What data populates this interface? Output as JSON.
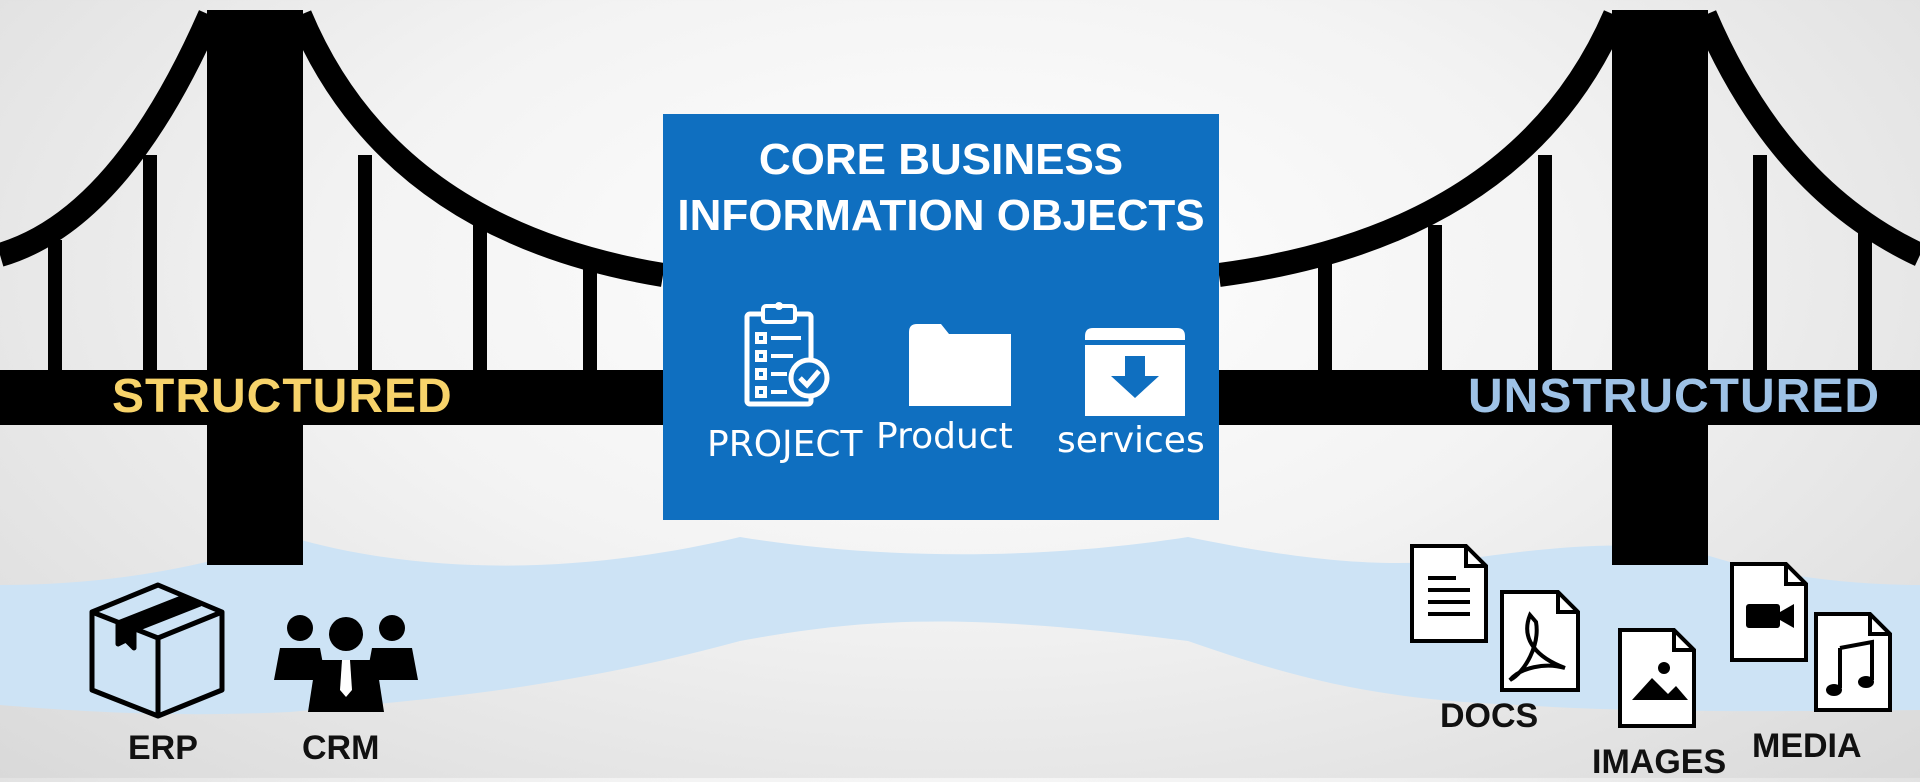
{
  "left_side": {
    "label": "STRUCTURED",
    "color": "#f7d36a"
  },
  "right_side": {
    "label": "UNSTRUCTURED",
    "color": "#9ec2e6"
  },
  "core": {
    "title_line1": "CORE BUSINESS",
    "title_line2": "INFORMATION OBJECTS",
    "color": "#0f6fc0",
    "items": [
      {
        "label": "PROJECT",
        "icon": "clipboard-checklist-icon"
      },
      {
        "label": "Product",
        "icon": "folder-icon"
      },
      {
        "label": "services",
        "icon": "archive-box-icon"
      }
    ]
  },
  "structured_sources": [
    {
      "label": "ERP",
      "icon": "package-box-icon"
    },
    {
      "label": "CRM",
      "icon": "people-group-icon"
    }
  ],
  "unstructured_sources": [
    {
      "label": "DOCS",
      "icon": "document-icon"
    },
    {
      "label": "IMAGES",
      "icon": "image-file-icon"
    },
    {
      "label": "MEDIA",
      "icon": "video-file-icon"
    }
  ],
  "extra_icons": [
    "pdf-file-icon",
    "music-file-icon"
  ],
  "water_color": "#cde3f5",
  "bridge_color": "#000000"
}
